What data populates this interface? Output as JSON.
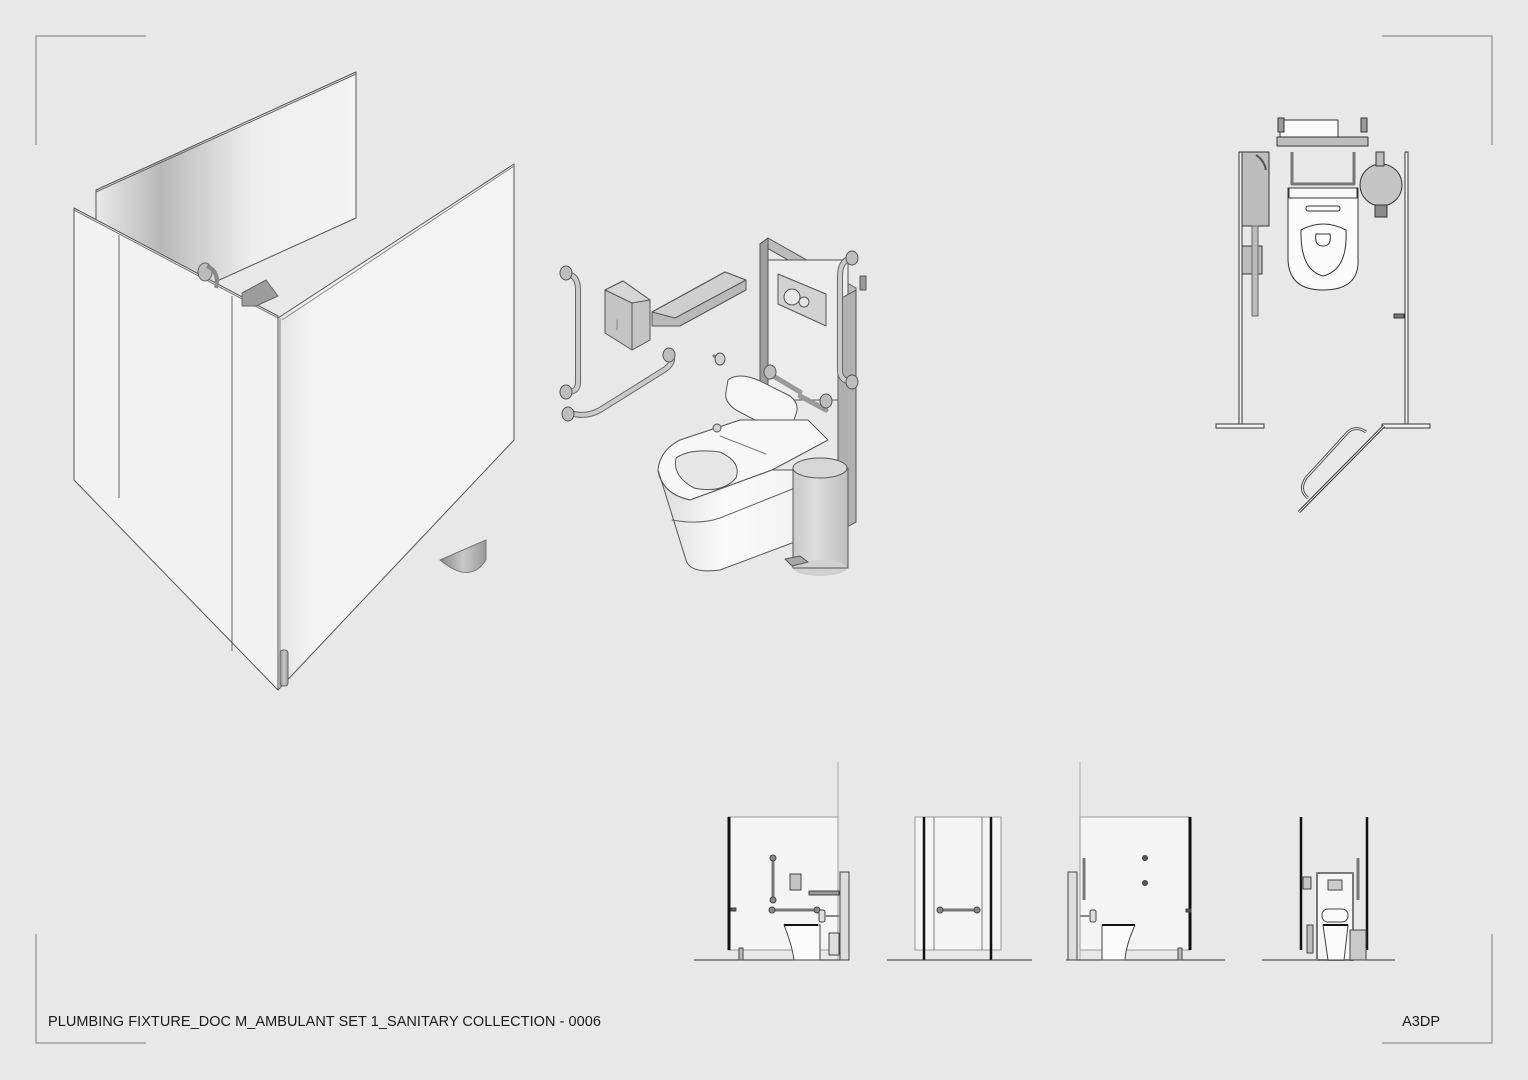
{
  "sheet": {
    "title": "PLUMBING FIXTURE_DOC M_AMBULANT SET 1_SANITARY COLLECTION -  0006",
    "brand": "A3DP",
    "background": "#e8e8e8",
    "frame_color": "#9a9a9a"
  },
  "views": [
    {
      "id": "iso-cubicle",
      "label": "Isometric view - cubicle enclosure with door"
    },
    {
      "id": "iso-fixtures",
      "label": "Exploded isometric - sanitary fixtures"
    },
    {
      "id": "plan",
      "label": "Plan view"
    },
    {
      "id": "elevation-1",
      "label": "Side elevation (left wall)"
    },
    {
      "id": "elevation-2",
      "label": "Front elevation (door)"
    },
    {
      "id": "elevation-3",
      "label": "Side elevation (right wall)"
    },
    {
      "id": "elevation-4",
      "label": "Rear elevation (WC frame)"
    }
  ],
  "fixtures": [
    "vertical-grab-rail",
    "toilet-roll-dispenser",
    "shelf",
    "horizontal-grab-rail",
    "coat-hook",
    "wc-frame-with-cistern",
    "flush-plate",
    "back-rest",
    "wall-hung-wc-pan",
    "pedal-bin",
    "door-pull-handle"
  ]
}
